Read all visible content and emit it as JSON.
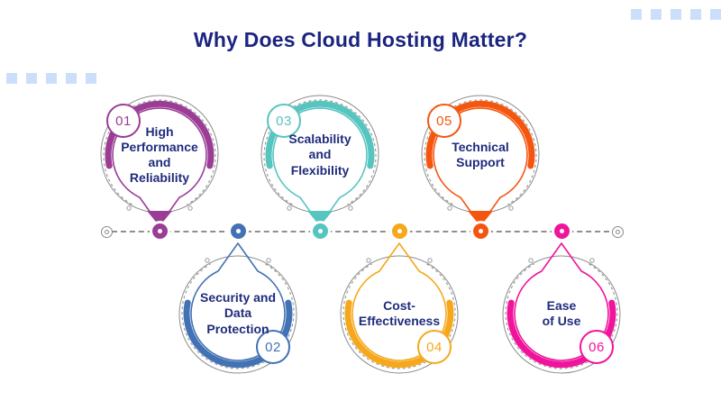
{
  "title": "Why Does Cloud Hosting Matter?",
  "decor": {
    "square_color": "#cbdffb",
    "top_right_square_count": 5,
    "mid_left_square_count": 5
  },
  "timeline": {
    "line_color": "#8f8f8f",
    "title_color": "#1b2580",
    "label_color": "#1f2c7c"
  },
  "items": [
    {
      "number": "01",
      "label": "High\nPerformance\nand\nReliability",
      "color": "#9b3d96",
      "position": "top"
    },
    {
      "number": "02",
      "label": "Security and\nData\nProtection",
      "color": "#4272b4",
      "position": "bottom"
    },
    {
      "number": "03",
      "label": "Scalability\nand\nFlexibility",
      "color": "#56c5bf",
      "position": "top"
    },
    {
      "number": "04",
      "label": "Cost-\nEffectiveness",
      "color": "#f5a81c",
      "position": "bottom"
    },
    {
      "number": "05",
      "label": "Technical\nSupport",
      "color": "#f5560f",
      "position": "top"
    },
    {
      "number": "06",
      "label": "Ease\nof Use",
      "color": "#f0139b",
      "position": "bottom"
    }
  ]
}
